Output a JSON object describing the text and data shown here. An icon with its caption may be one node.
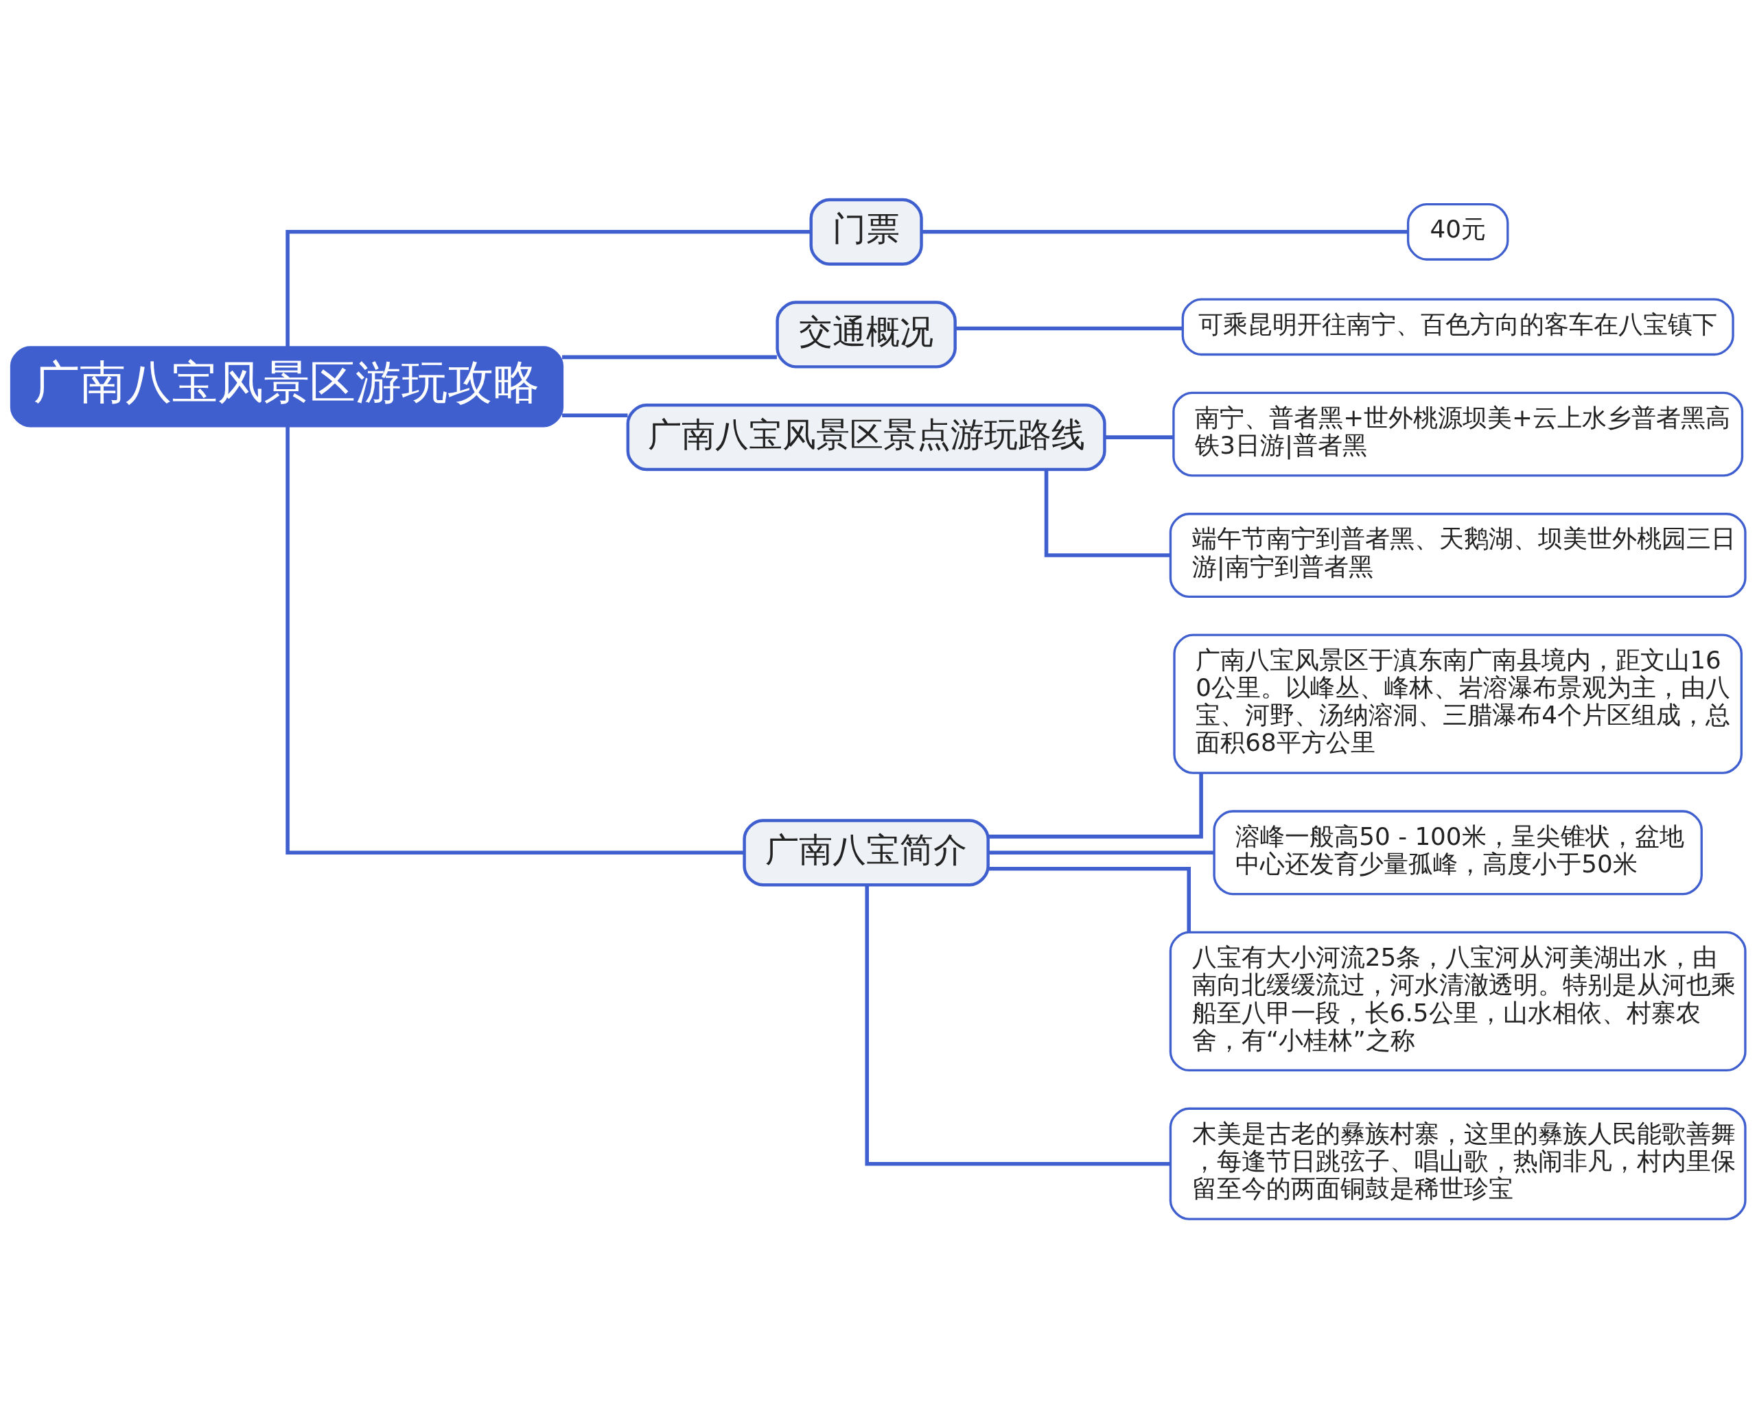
{
  "diagram": {
    "nodes": [
      {
        "text": [
          "广南八宝风景区游玩攻略"
        ]
      },
      {
        "text": [
          "门票"
        ]
      },
      {
        "text": [
          "40元"
        ]
      },
      {
        "text": [
          "交通概况"
        ]
      },
      {
        "text": [
          "可乘昆明开往南宁、百色方向的客车在八宝镇下"
        ]
      },
      {
        "text": [
          "广南八宝风景区景点游玩路线"
        ]
      },
      {
        "text": [
          "南宁、普者黑+世外桃源坝美+云上水乡普者黑高铁3日游|普者黑"
        ]
      },
      {
        "text": [
          "端午节南宁到普者黑、天鹅湖、坝美世外桃园三日游|南宁到普者黑"
        ]
      },
      {
        "text": [
          "广南八宝简介"
        ]
      },
      {
        "text": [
          "广南八宝风景区于滇东南广南县境内，距文山160公里。以峰丛、峰林、岩溶瀑布景观为主，由八宝、河野、汤纳溶洞、三腊瀑布4个片区组成，总面积68平方公里"
        ]
      },
      {
        "text": [
          "溶峰一般高50 - 100米，呈尖锥状，盆地中心还发育少量孤峰，高度小于50米"
        ]
      },
      {
        "text": [
          "八宝有大小河流25条，八宝河从河美湖出水，由南向北缓缓流过，河水清澈透明。特别是从河也乘船至八甲一段，长6.5公里，山水相依、村寨农舍，有“小桂林”之称"
        ]
      },
      {
        "text": [
          "木美是古老的彝族村寨，这里的彝族人民能歌善舞，每逢节日跳弦子、唱山歌，热闹非凡，村内里保留至今的两面铜鼓是稀世珍宝"
        ]
      }
    ],
    "edges": [
      {
        "from": 0,
        "to": 1,
        "arrow": "none"
      },
      {
        "from": 1,
        "to": 2,
        "arrow": "none"
      },
      {
        "from": 0,
        "to": 3,
        "arrow": "none"
      },
      {
        "from": 3,
        "to": 4,
        "arrow": "none"
      },
      {
        "from": 0,
        "to": 5,
        "arrow": "none"
      },
      {
        "from": 5,
        "to": 6,
        "arrow": "none"
      },
      {
        "from": 5,
        "to": 7,
        "arrow": "none"
      },
      {
        "from": 0,
        "to": 8,
        "arrow": "none"
      },
      {
        "from": 8,
        "to": 9,
        "arrow": "none"
      },
      {
        "from": 8,
        "to": 10,
        "arrow": "none"
      },
      {
        "from": 8,
        "to": 11,
        "arrow": "none"
      },
      {
        "from": 8,
        "to": 12,
        "arrow": "none"
      }
    ]
  }
}
